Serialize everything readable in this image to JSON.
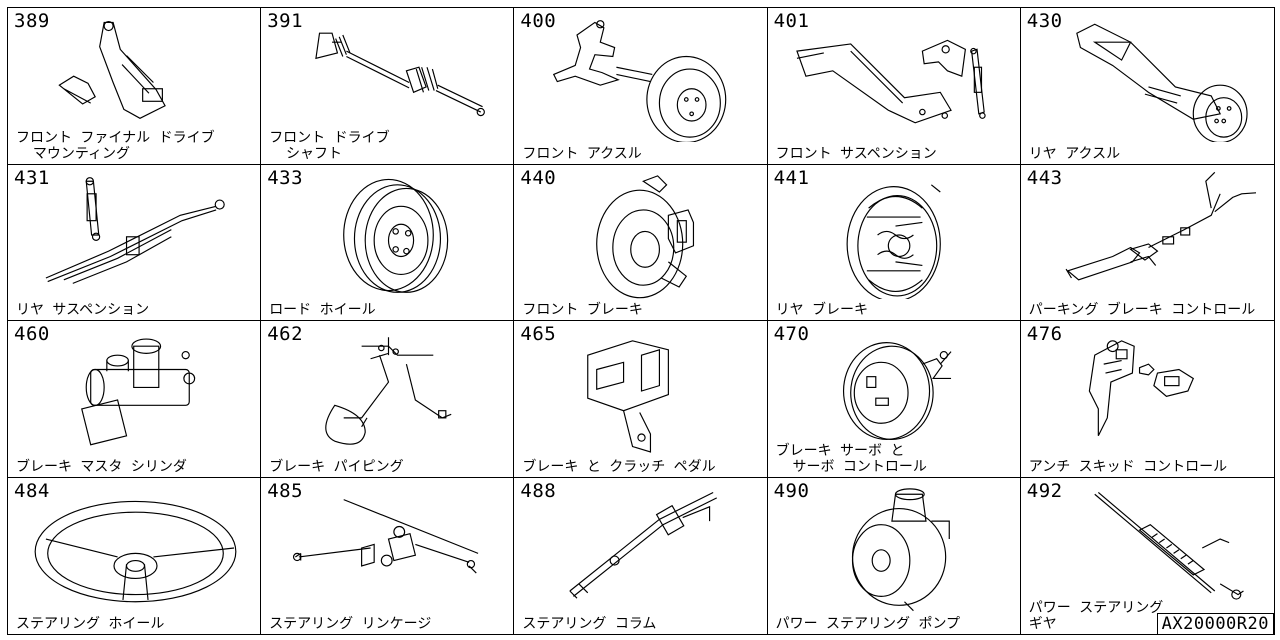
{
  "cells": [
    {
      "num": "389",
      "label": "フロント ファイナル ドライブ\n  マウンティング",
      "art": "mount"
    },
    {
      "num": "391",
      "label": "フロント ドライブ\n  シャフト",
      "art": "shaft"
    },
    {
      "num": "400",
      "label": "フロント アクスル",
      "art": "axle"
    },
    {
      "num": "401",
      "label": "フロント サスペンション",
      "art": "suspension"
    },
    {
      "num": "430",
      "label": "リヤ アクスル",
      "art": "rear-axle"
    },
    {
      "num": "431",
      "label": "リヤ サスペンション",
      "art": "leaf-spring"
    },
    {
      "num": "433",
      "label": "ロード ホイール",
      "art": "wheel"
    },
    {
      "num": "440",
      "label": "フロント ブレーキ",
      "art": "disc-brake"
    },
    {
      "num": "441",
      "label": "リヤ ブレーキ",
      "art": "drum-brake"
    },
    {
      "num": "443",
      "label": "パーキング ブレーキ コントロール",
      "art": "parking-brake"
    },
    {
      "num": "460",
      "label": "ブレーキ マスタ シリンダ",
      "art": "master-cylinder"
    },
    {
      "num": "462",
      "label": "ブレーキ パイピング",
      "art": "piping"
    },
    {
      "num": "465",
      "label": "ブレーキ と クラッチ ペダル",
      "art": "pedal"
    },
    {
      "num": "470",
      "label": "ブレーキ サーボ と\n  サーボ コントロール",
      "art": "servo"
    },
    {
      "num": "476",
      "label": "アンチ スキッド コントロール",
      "art": "anti-skid"
    },
    {
      "num": "484",
      "label": "ステアリング ホイール",
      "art": "steering-wheel"
    },
    {
      "num": "485",
      "label": "ステアリング リンケージ",
      "art": "linkage"
    },
    {
      "num": "488",
      "label": "ステアリング コラム",
      "art": "column"
    },
    {
      "num": "490",
      "label": "パワー ステアリング ポンプ",
      "art": "pump"
    },
    {
      "num": "492",
      "label": "パワー ステアリング\nギヤ",
      "art": "gear"
    }
  ],
  "code": "AX20000R20"
}
